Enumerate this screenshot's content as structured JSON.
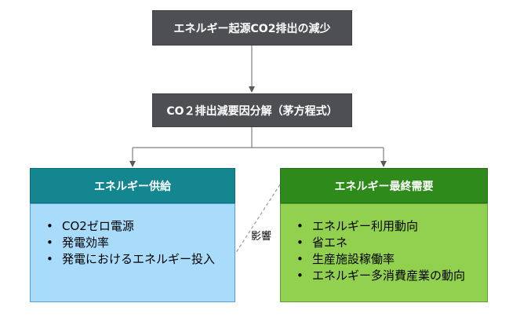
{
  "top": {
    "title": "エネルギー起源CO2排出の減少"
  },
  "middle": {
    "title": "CO２排出減要因分解（茅方程式）"
  },
  "supply": {
    "title": "エネルギー供給",
    "items": [
      "CO2ゼロ電源",
      "発電効率",
      "発電におけるエネルギー投入"
    ]
  },
  "demand": {
    "title": "エネルギー最終需要",
    "items": [
      "エネルギー利用動向",
      "省エネ",
      "生産施設稼働率",
      "エネルギー多消費産業の動向"
    ]
  },
  "influence_label": "影響",
  "colors": {
    "dark_box": "#4d4f53",
    "supply_header": "#138690",
    "supply_body": "#a9dcfb",
    "demand_header": "#2e8a1a",
    "demand_body": "#92d050",
    "connector": "#7f7f7f"
  }
}
